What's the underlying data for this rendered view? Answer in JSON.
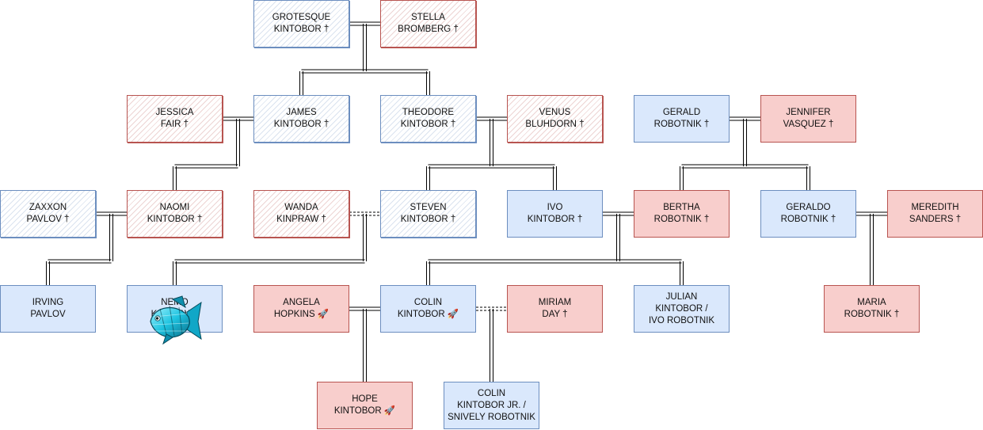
{
  "colors": {
    "male_fill": "#dae8fc",
    "male_stroke": "#6c8ebf",
    "female_fill": "#f8cecc",
    "female_stroke": "#b85450",
    "line": "#000000"
  },
  "people": [
    {
      "id": "grotesque",
      "name": "GROTESQUE\nKINTOBOR †",
      "gender": "male",
      "sketch": true
    },
    {
      "id": "stella",
      "name": "STELLA\nBROMBERG †",
      "gender": "female",
      "sketch": true
    },
    {
      "id": "jessica",
      "name": "JESSICA\nFAIR †",
      "gender": "female",
      "sketch": true
    },
    {
      "id": "james",
      "name": "JAMES\nKINTOBOR †",
      "gender": "male",
      "sketch": true
    },
    {
      "id": "theodore",
      "name": "THEODORE\nKINTOBOR †",
      "gender": "male",
      "sketch": true
    },
    {
      "id": "venus",
      "name": "VENUS\nBLUHDORN †",
      "gender": "female",
      "sketch": true
    },
    {
      "id": "gerald",
      "name": "GERALD\nROBOTNIK †",
      "gender": "male",
      "sketch": false
    },
    {
      "id": "jennifer",
      "name": "JENNIFER\nVASQUEZ †",
      "gender": "female",
      "sketch": false
    },
    {
      "id": "zaxxon",
      "name": "ZAXXON\nPAVLOV †",
      "gender": "male",
      "sketch": true
    },
    {
      "id": "naomi",
      "name": "NAOMI\nKINTOBOR †",
      "gender": "female",
      "sketch": true
    },
    {
      "id": "wanda",
      "name": "WANDA\nKINPRAW †",
      "gender": "female",
      "sketch": true
    },
    {
      "id": "steven",
      "name": "STEVEN\nKINTOBOR †",
      "gender": "male",
      "sketch": true
    },
    {
      "id": "ivo",
      "name": "IVO\nKINTOBOR †",
      "gender": "male",
      "sketch": false
    },
    {
      "id": "bertha",
      "name": "BERTHA\nROBOTNIK †",
      "gender": "female",
      "sketch": false
    },
    {
      "id": "geraldo",
      "name": "GERALDO\nROBOTNIK †",
      "gender": "male",
      "sketch": false
    },
    {
      "id": "meredith",
      "name": "MEREDITH\nSANDERS †",
      "gender": "female",
      "sketch": false
    },
    {
      "id": "irving",
      "name": "IRVING\nPAVLOV",
      "gender": "male",
      "sketch": false
    },
    {
      "id": "nemo",
      "name": "NEMO\nKINPRAW /",
      "gender": "male",
      "sketch": false
    },
    {
      "id": "angela",
      "name": "ANGELA\nHOPKINS 🚀",
      "gender": "female",
      "sketch": false
    },
    {
      "id": "colin",
      "name": "COLIN\nKINTOBOR 🚀",
      "gender": "male",
      "sketch": false
    },
    {
      "id": "miriam",
      "name": "MIRIAM\nDAY †",
      "gender": "female",
      "sketch": false
    },
    {
      "id": "julian",
      "name": "JULIAN\nKINTOBOR /\nIVO ROBOTNIK",
      "gender": "male",
      "sketch": false
    },
    {
      "id": "maria",
      "name": "MARIA\nROBOTNIK †",
      "gender": "female",
      "sketch": false
    },
    {
      "id": "hope",
      "name": "HOPE\nKINTOBOR 🚀",
      "gender": "female",
      "sketch": false
    },
    {
      "id": "colin_jr",
      "name": "COLIN\nKINTOBOR JR. /\nSNIVELY ROBOTNIK",
      "gender": "male",
      "sketch": false
    }
  ],
  "unions": [
    {
      "a": "grotesque",
      "b": "stella",
      "style": "solid",
      "children": [
        "james",
        "theodore"
      ]
    },
    {
      "a": "jessica",
      "b": "james",
      "style": "solid",
      "children": [
        "naomi"
      ]
    },
    {
      "a": "theodore",
      "b": "venus",
      "style": "solid",
      "children": [
        "steven",
        "ivo"
      ]
    },
    {
      "a": "gerald",
      "b": "jennifer",
      "style": "solid",
      "children": [
        "bertha",
        "geraldo"
      ]
    },
    {
      "a": "zaxxon",
      "b": "naomi",
      "style": "solid",
      "children": [
        "irving"
      ]
    },
    {
      "a": "wanda",
      "b": "steven",
      "style": "dashed",
      "children": [
        "nemo"
      ]
    },
    {
      "a": "ivo",
      "b": "bertha",
      "style": "solid",
      "children": [
        "colin",
        "julian"
      ]
    },
    {
      "a": "geraldo",
      "b": "meredith",
      "style": "solid",
      "children": [
        "maria"
      ]
    },
    {
      "a": "angela",
      "b": "colin",
      "style": "solid",
      "children": [
        "hope"
      ]
    },
    {
      "a": "colin",
      "b": "miriam",
      "style": "dashed",
      "children": [
        "colin_jr"
      ]
    }
  ],
  "decorations": [
    {
      "id": "fish",
      "icon": "tropical-fish-icon"
    }
  ]
}
